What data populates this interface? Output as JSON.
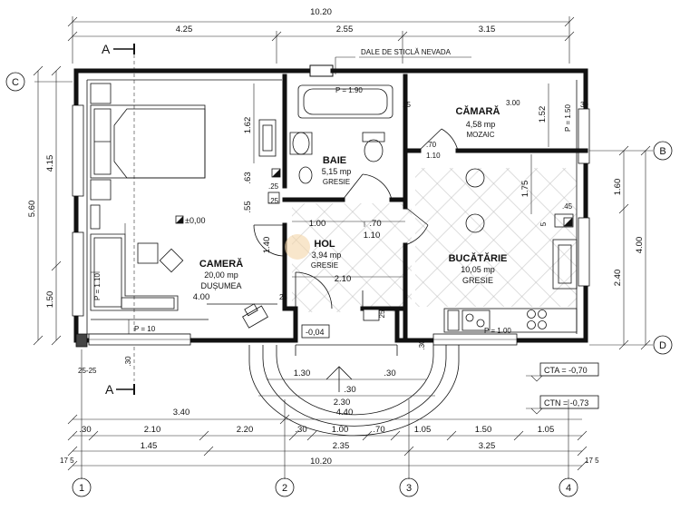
{
  "section_label": "A",
  "note_glass": "DALE DE STICLĂ NEVADA",
  "rooms": {
    "camera": {
      "name": "CAMERĂ",
      "area": "20,00 mp",
      "floor": "DUȘUMEA"
    },
    "baie": {
      "name": "BAIE",
      "area": "5,15 mp",
      "floor": "GRESIE"
    },
    "camara": {
      "name": "CĂMARĂ",
      "area": "4,58 mp",
      "floor": "MOZAIC"
    },
    "hol": {
      "name": "HOL",
      "area": "3,94 mp",
      "floor": "GRESIE"
    },
    "bucatarie": {
      "name": "BUCĂTĂRIE",
      "area": "10,05 mp",
      "floor": "GRESIE"
    }
  },
  "levels": {
    "zero": "±0,00",
    "step": "-0,04",
    "cta": "CTA = -0,70",
    "ctn": "CTN = -0,73"
  },
  "axes": {
    "c": "C",
    "b": "B",
    "d": "D",
    "n1": "1",
    "n2": "2",
    "n3": "3",
    "n4": "4"
  },
  "top_dims": {
    "total": "10.20",
    "seg1": "4.25",
    "seg2": "2.55",
    "seg3": "3.15"
  },
  "bottom_dims": {
    "row1": "3.40",
    "row1_right": "4.40",
    "row2": [
      ".30",
      "2.10",
      "2.20",
      ".30",
      "1.00",
      ".70",
      "1.05",
      "1.50",
      "1.05"
    ],
    "row3": [
      "1.45",
      "2.35",
      "3.25"
    ],
    "total": "10.20",
    "corner": "17 5"
  },
  "left_dims": {
    "total": "5.60",
    "upper": "4.15",
    "lower": "1.50"
  },
  "right_dims": {
    "upper": "1.60",
    "middle": "4.00",
    "lower": "2.40"
  },
  "interior_dims": {
    "d162": "1.62",
    "d63": ".63",
    "d55": ".55",
    "d25a": ".25",
    "d25b": ".25",
    "d25c": "25",
    "d100": "1.00",
    "d70": ".70",
    "d110": "1.10",
    "d140": "1.40",
    "d210": "2.10",
    "d400": "4.00",
    "dp110": "P = 1.10",
    "dp10": "P = 10",
    "dp190": "P = 1.90",
    "d300": "3.00",
    "d152": "1.52",
    "dp150": "P = 1.50",
    "d30": "30",
    "d70b": ".70",
    "d110b": "1.10",
    "d175": "1.75",
    "d45": ".45",
    "d5": "5",
    "dp100": "P = 1.00",
    "d25d": "25",
    "d30b": ".30",
    "d2525": "25-25",
    "d30c": ".30",
    "d25e": "25"
  },
  "steps_dims": {
    "d130": "1.30",
    "d30": ".30",
    "d30b": ".30",
    "d230": "2.30"
  }
}
